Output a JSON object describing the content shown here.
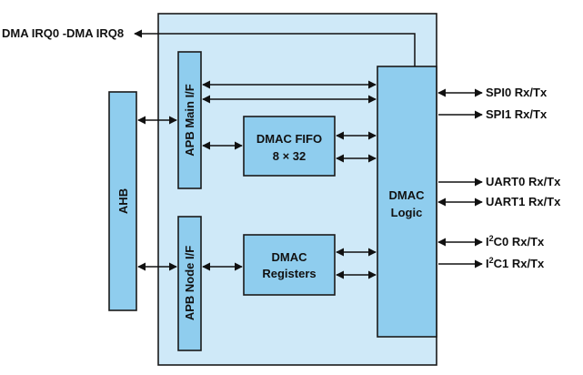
{
  "blocks": {
    "ahb": "AHB",
    "apb_main": "APB Main I/F",
    "apb_node": "APB Node I/F",
    "fifo_line1": "DMAC FIFO",
    "fifo_line2": "8 × 32",
    "regs_line1": "DMAC",
    "regs_line2": "Registers",
    "logic_line1": "DMAC",
    "logic_line2": "Logic"
  },
  "signals": {
    "irq": "DMA IRQ0 -DMA IRQ8",
    "spi0": "SPI0 Rx/Tx",
    "spi1": "SPI1 Rx/Tx",
    "uart0": "UART0 Rx/Tx",
    "uart1": "UART1 Rx/Tx",
    "i2c0_pre": "I",
    "i2c0_sup": "2",
    "i2c0_post": "C0 Rx/Tx",
    "i2c1_pre": "I",
    "i2c1_sup": "2",
    "i2c1_post": "C1 Rx/Tx"
  },
  "colors": {
    "container_fill": "#cfe9f8",
    "block_fill": "#8fcdee",
    "line": "#111111"
  }
}
